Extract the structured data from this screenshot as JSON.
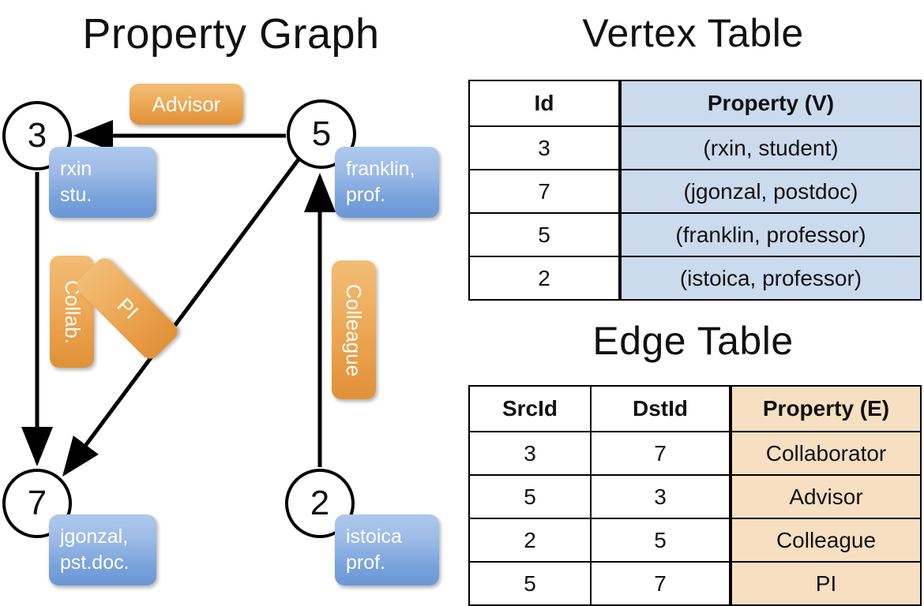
{
  "titles": {
    "property_graph": "Property Graph",
    "vertex_table": "Vertex Table",
    "edge_table": "Edge Table"
  },
  "colors": {
    "vertex_property_fill": "#ccdaee",
    "edge_property_fill": "#f7dfc2",
    "vertex_callout": "#7ba4dd",
    "edge_callout": "#eead5d",
    "stroke": "#000000"
  },
  "graph": {
    "nodes": [
      {
        "id": "3",
        "label": "3",
        "property": "rxin\nstu."
      },
      {
        "id": "5",
        "label": "5",
        "property": "franklin,\nprof."
      },
      {
        "id": "7",
        "label": "7",
        "property": "jgonzal,\npst.doc."
      },
      {
        "id": "2",
        "label": "2",
        "property": "istoica\nprof."
      }
    ],
    "edge_labels": {
      "advisor": "Advisor",
      "collab": "Collab.",
      "pi": "PI",
      "colleague": "Colleague"
    },
    "edges": [
      {
        "src": "5",
        "dst": "3",
        "label": "Advisor"
      },
      {
        "src": "3",
        "dst": "7",
        "label": "Collab."
      },
      {
        "src": "5",
        "dst": "7",
        "label": "PI"
      },
      {
        "src": "2",
        "dst": "5",
        "label": "Colleague"
      }
    ]
  },
  "vertex_table": {
    "headers": [
      "Id",
      "Property (V)"
    ],
    "rows": [
      {
        "id": "3",
        "property": "(rxin, student)"
      },
      {
        "id": "7",
        "property": "(jgonzal, postdoc)"
      },
      {
        "id": "5",
        "property": "(franklin, professor)"
      },
      {
        "id": "2",
        "property": "(istoica, professor)"
      }
    ]
  },
  "edge_table": {
    "headers": [
      "SrcId",
      "DstId",
      "Property (E)"
    ],
    "rows": [
      {
        "src": "3",
        "dst": "7",
        "property": "Collaborator"
      },
      {
        "src": "5",
        "dst": "3",
        "property": "Advisor"
      },
      {
        "src": "2",
        "dst": "5",
        "property": "Colleague"
      },
      {
        "src": "5",
        "dst": "7",
        "property": "PI"
      }
    ]
  }
}
